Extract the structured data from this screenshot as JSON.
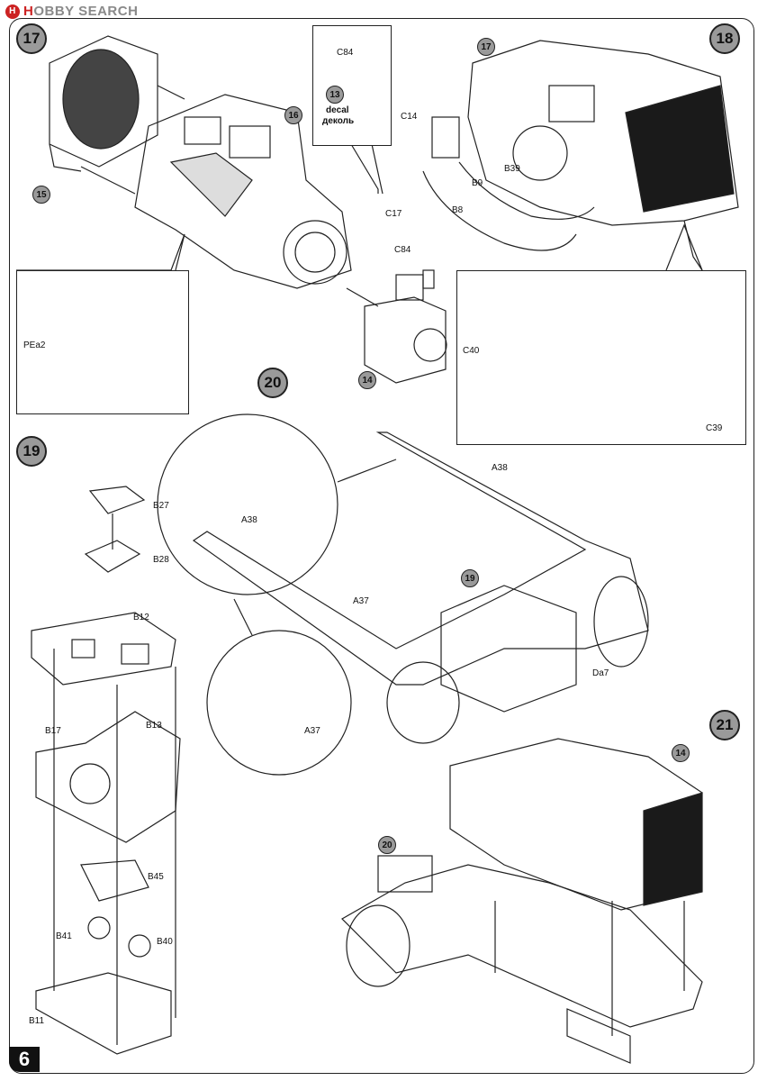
{
  "watermark": {
    "brand": "H",
    "text": "OBBY SEARCH",
    "prefix": "H"
  },
  "page_number": "6",
  "steps": {
    "s17": "17",
    "s18": "18",
    "s19": "19",
    "s20": "20",
    "s21": "21"
  },
  "refs": {
    "r17": "17",
    "r16": "16",
    "r15": "15",
    "r14a": "14",
    "r13": "13",
    "r19": "19",
    "r20": "20",
    "r14b": "14"
  },
  "decal_box": {
    "part": "C84",
    "en": "decal",
    "ru": "деколь",
    "number": "13"
  },
  "labels": {
    "c14": "C14",
    "b39": "B39",
    "b9": "B9",
    "b8": "B8",
    "c17": "C17",
    "c84b": "C84",
    "pea2": "PEa2",
    "c40": "C40",
    "c39": "C39",
    "a38": "A38",
    "a38b": "A38",
    "a37": "A37",
    "a37b": "A37",
    "da7": "Da7",
    "b27": "B27",
    "b28": "B28",
    "b12": "B12",
    "b17": "B17",
    "b13": "B13",
    "b45": "B45",
    "b41": "B41",
    "b40": "B40",
    "b11": "B11"
  },
  "colors": {
    "ink": "#222222",
    "badge": "#9a9a9a",
    "brand": "#cc2222"
  }
}
